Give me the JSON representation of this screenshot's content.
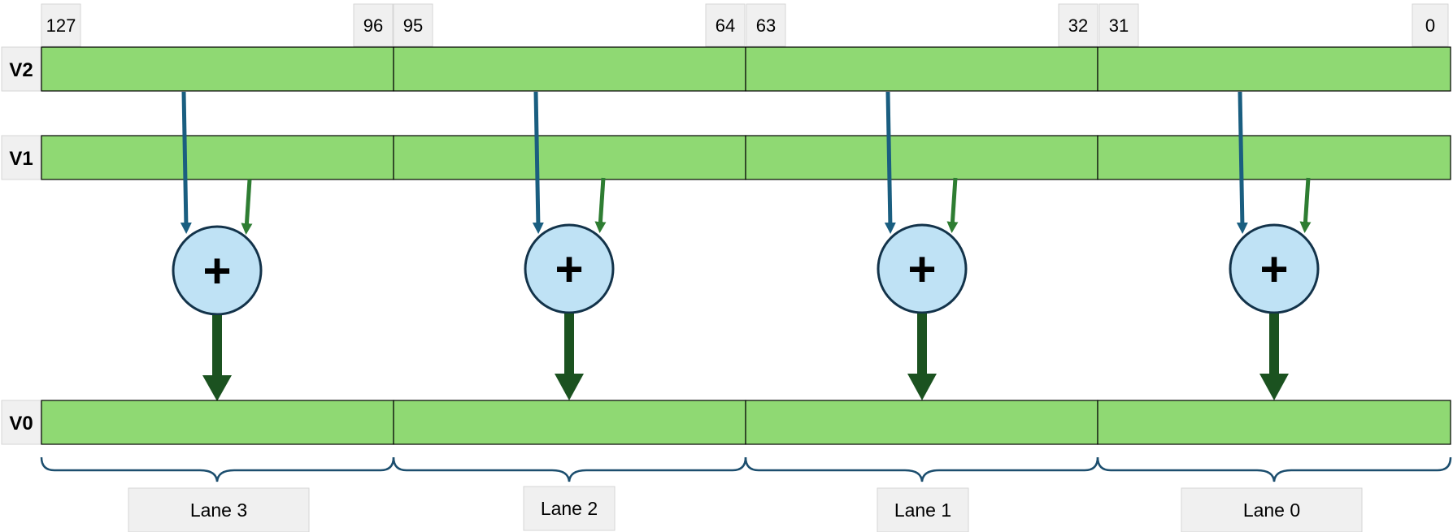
{
  "bit_labels": [
    "127",
    "96",
    "95",
    "64",
    "63",
    "32",
    "31",
    "0"
  ],
  "registers": {
    "dest": "V0",
    "src1": "V1",
    "src2": "V2"
  },
  "operator_symbol": "+",
  "lanes": [
    "Lane 3",
    "Lane 2",
    "Lane 1",
    "Lane 0"
  ],
  "colors": {
    "lane_fill": "#8fd973",
    "adder_fill": "#bfe2f5",
    "arrow_v2": "#1a5e80",
    "arrow_v1": "#2e7d32",
    "arrow_result": "#1b5220",
    "brace": "#1c4e6e",
    "label_box": "#f0f0f0"
  }
}
